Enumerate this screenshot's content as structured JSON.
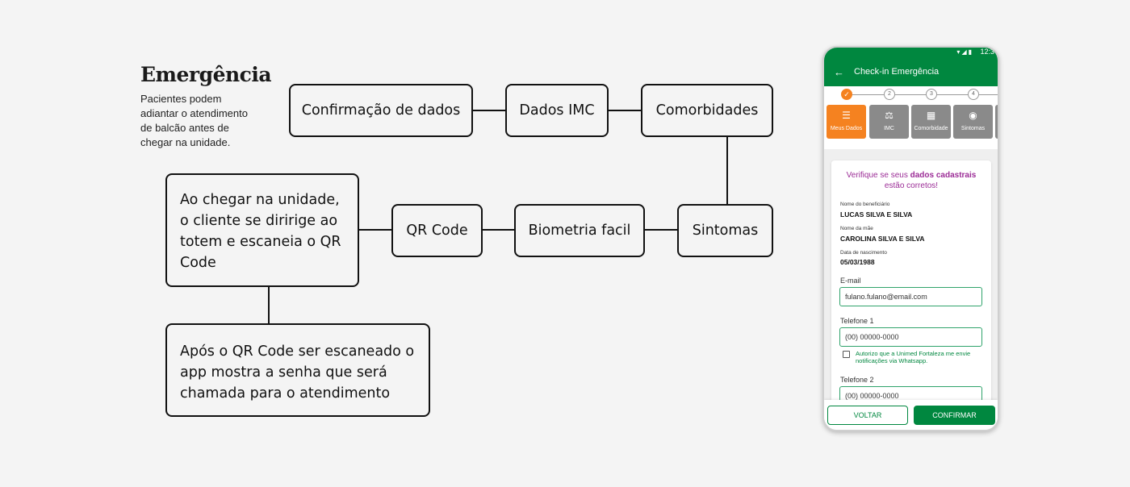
{
  "header": {
    "title": "Emergência",
    "description": "Pacientes podem adiantar o atendimento de balcão antes de chegar na unidade."
  },
  "flow": {
    "confirmacao": "Confirmação de dados",
    "imc": "Dados IMC",
    "comorbidades": "Comorbidades",
    "sintomas": "Sintomas",
    "biometria": "Biometria facil",
    "qrcode": "QR Code",
    "chegar": "Ao chegar na unidade, o cliente se diririge ao totem e escaneia o QR Code",
    "apos": "Após o QR Code ser escaneado o app mostra a senha que será chamada para o atendimento"
  },
  "phone": {
    "status_time": "12:3",
    "app_title": "Check-in Emergência",
    "steps": [
      "2",
      "3",
      "4"
    ],
    "tabs": [
      {
        "label": "Meus Dados",
        "icon": "list-icon"
      },
      {
        "label": "IMC",
        "icon": "scale-icon"
      },
      {
        "label": "Comorbidade",
        "icon": "medicine-icon"
      },
      {
        "label": "Sintomas",
        "icon": "symptom-icon"
      }
    ],
    "verify_prefix": "Verifique se seus ",
    "verify_bold": "dados cadastrais",
    "verify_suffix": "estão corretos!",
    "fields": {
      "beneficiario_label": "Nome do beneficiário",
      "beneficiario_value": "LUCAS SILVA E SILVA",
      "mae_label": "Nome da mãe",
      "mae_value": "CAROLINA SILVA E SILVA",
      "nascimento_label": "Data de nascimento",
      "nascimento_value": "05/03/1988",
      "email_label": "E-mail",
      "email_value": "fulano.fulano@email.com",
      "tel1_label": "Telefone 1",
      "tel1_value": "(00) 00000-0000",
      "whatsapp_text": "Autorizo que a Unimed Fortaleza me envie notificações via Whatsapp.",
      "tel2_label": "Telefone 2",
      "tel2_value": "(00) 00000-0000"
    },
    "buttons": {
      "voltar": "VOLTAR",
      "confirmar": "CONFIRMAR"
    },
    "colors": {
      "primary": "#00873f",
      "accent": "#f58220",
      "highlight": "#9b2c96"
    }
  }
}
